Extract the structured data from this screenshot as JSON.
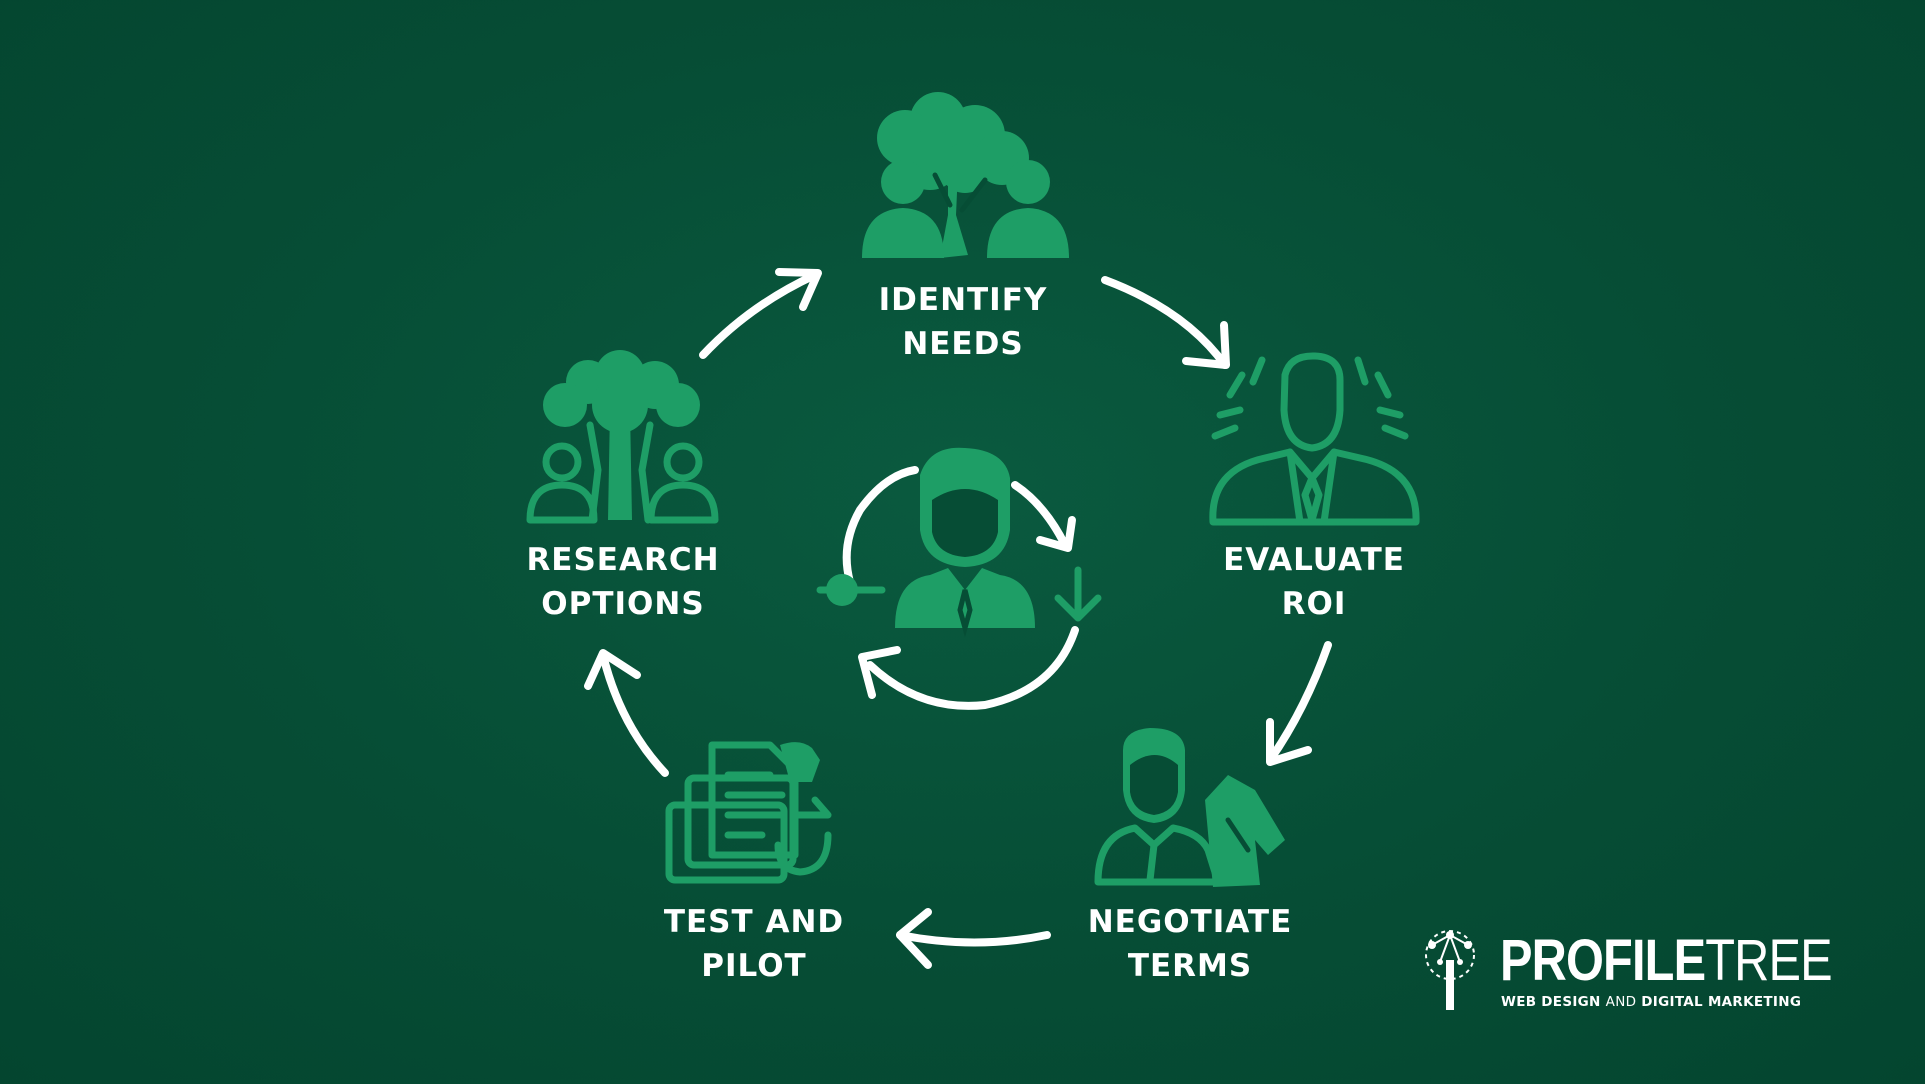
{
  "steps": [
    {
      "id": "identify",
      "line1": "IDENTIFY",
      "line2": "NEEDS",
      "icon": "tree-people-icon"
    },
    {
      "id": "evaluate",
      "line1": "EVALUATE",
      "line2": "ROI",
      "icon": "businessman-glow-icon"
    },
    {
      "id": "negotiate",
      "line1": "NEGOTIATE",
      "line2": "TERMS",
      "icon": "businessman-handshake-icon"
    },
    {
      "id": "test",
      "line1": "TEST AND",
      "line2": "PILOT",
      "icon": "documents-refresh-icon"
    },
    {
      "id": "research",
      "line1": "RESEARCH",
      "line2": "OPTIONS",
      "icon": "tree-people-outline-icon"
    }
  ],
  "center": {
    "icon": "businessman-cycle-icon"
  },
  "logo": {
    "brand_bold": "PROFILE",
    "brand_thin": "TREE",
    "tagline_1": "WEB DESIGN ",
    "tagline_and": "AND",
    "tagline_2": " DIGITAL MARKETING"
  },
  "colors": {
    "background": "#064d35",
    "icon_green": "#1e9e66",
    "text": "#ffffff"
  }
}
